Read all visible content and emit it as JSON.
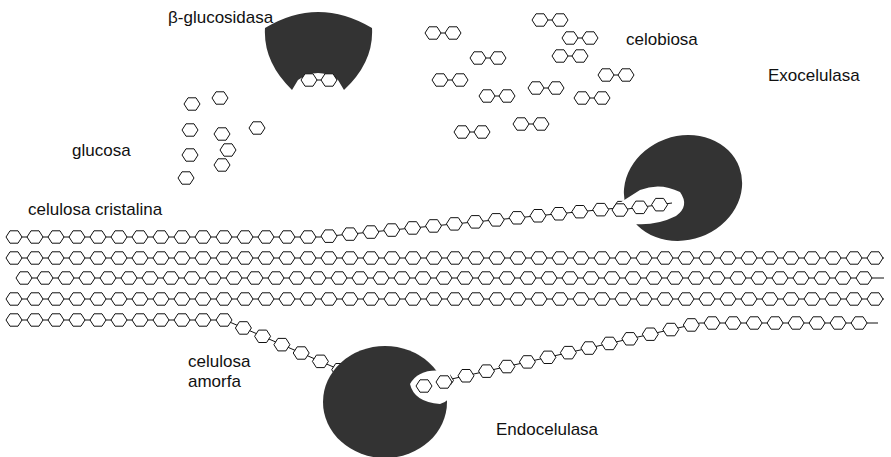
{
  "diagram": {
    "labels": [
      "β-glucosidasa",
      "celobiosa",
      "glucosa",
      "Exocelulasa",
      "celulosa cristalina",
      "celulosa amorfa",
      "Endocelulasa"
    ]
  }
}
